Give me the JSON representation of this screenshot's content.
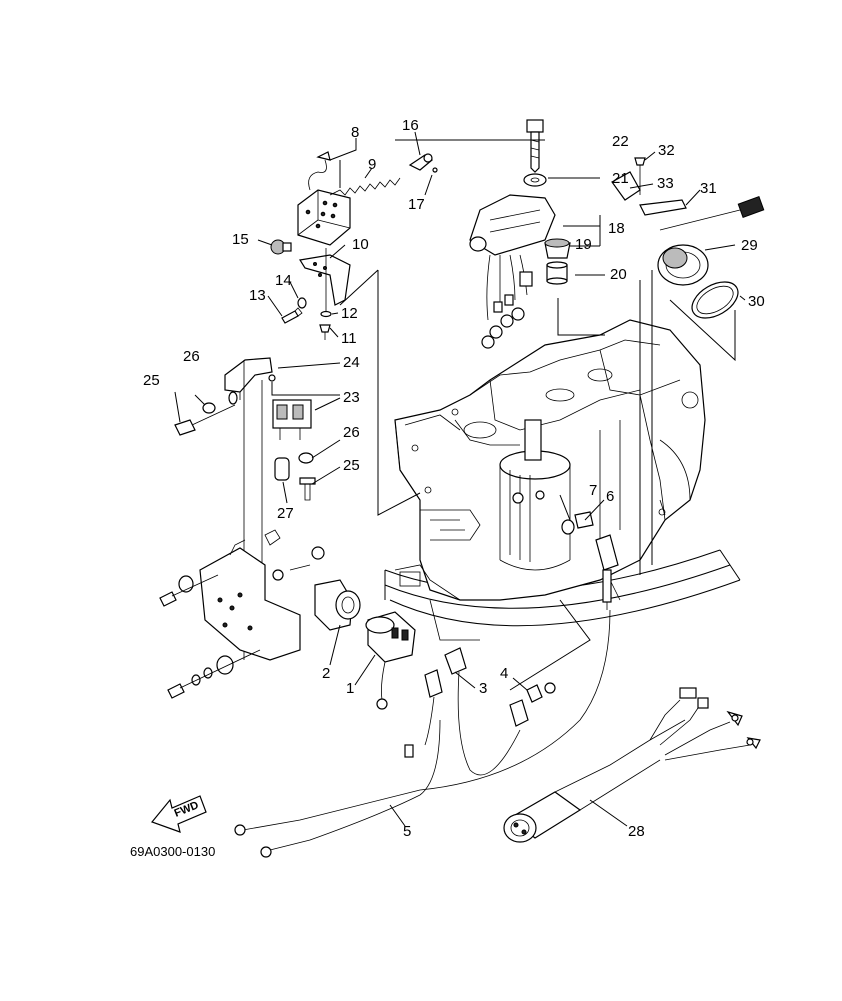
{
  "diagram": {
    "code": "69A0300-0130",
    "direction_label": "FWD",
    "callouts": [
      {
        "id": "c1",
        "text": "1"
      },
      {
        "id": "c2",
        "text": "2"
      },
      {
        "id": "c3",
        "text": "3"
      },
      {
        "id": "c4",
        "text": "4"
      },
      {
        "id": "c5",
        "text": "5"
      },
      {
        "id": "c6",
        "text": "6"
      },
      {
        "id": "c7",
        "text": "7"
      },
      {
        "id": "c8",
        "text": "8"
      },
      {
        "id": "c9",
        "text": "9"
      },
      {
        "id": "c10",
        "text": "10"
      },
      {
        "id": "c11",
        "text": "11"
      },
      {
        "id": "c12",
        "text": "12"
      },
      {
        "id": "c13",
        "text": "13"
      },
      {
        "id": "c14",
        "text": "14"
      },
      {
        "id": "c15",
        "text": "15"
      },
      {
        "id": "c16",
        "text": "16"
      },
      {
        "id": "c17",
        "text": "17"
      },
      {
        "id": "c18",
        "text": "18"
      },
      {
        "id": "c19",
        "text": "19"
      },
      {
        "id": "c20",
        "text": "20"
      },
      {
        "id": "c21",
        "text": "21"
      },
      {
        "id": "c22",
        "text": "22"
      },
      {
        "id": "c23",
        "text": "23"
      },
      {
        "id": "c24",
        "text": "24"
      },
      {
        "id": "c25a",
        "text": "25"
      },
      {
        "id": "c25b",
        "text": "25"
      },
      {
        "id": "c26a",
        "text": "26"
      },
      {
        "id": "c26b",
        "text": "26"
      },
      {
        "id": "c27",
        "text": "27"
      },
      {
        "id": "c28",
        "text": "28"
      },
      {
        "id": "c29",
        "text": "29"
      },
      {
        "id": "c30",
        "text": "30"
      },
      {
        "id": "c31",
        "text": "31"
      },
      {
        "id": "c32",
        "text": "32"
      },
      {
        "id": "c33",
        "text": "33"
      }
    ]
  }
}
